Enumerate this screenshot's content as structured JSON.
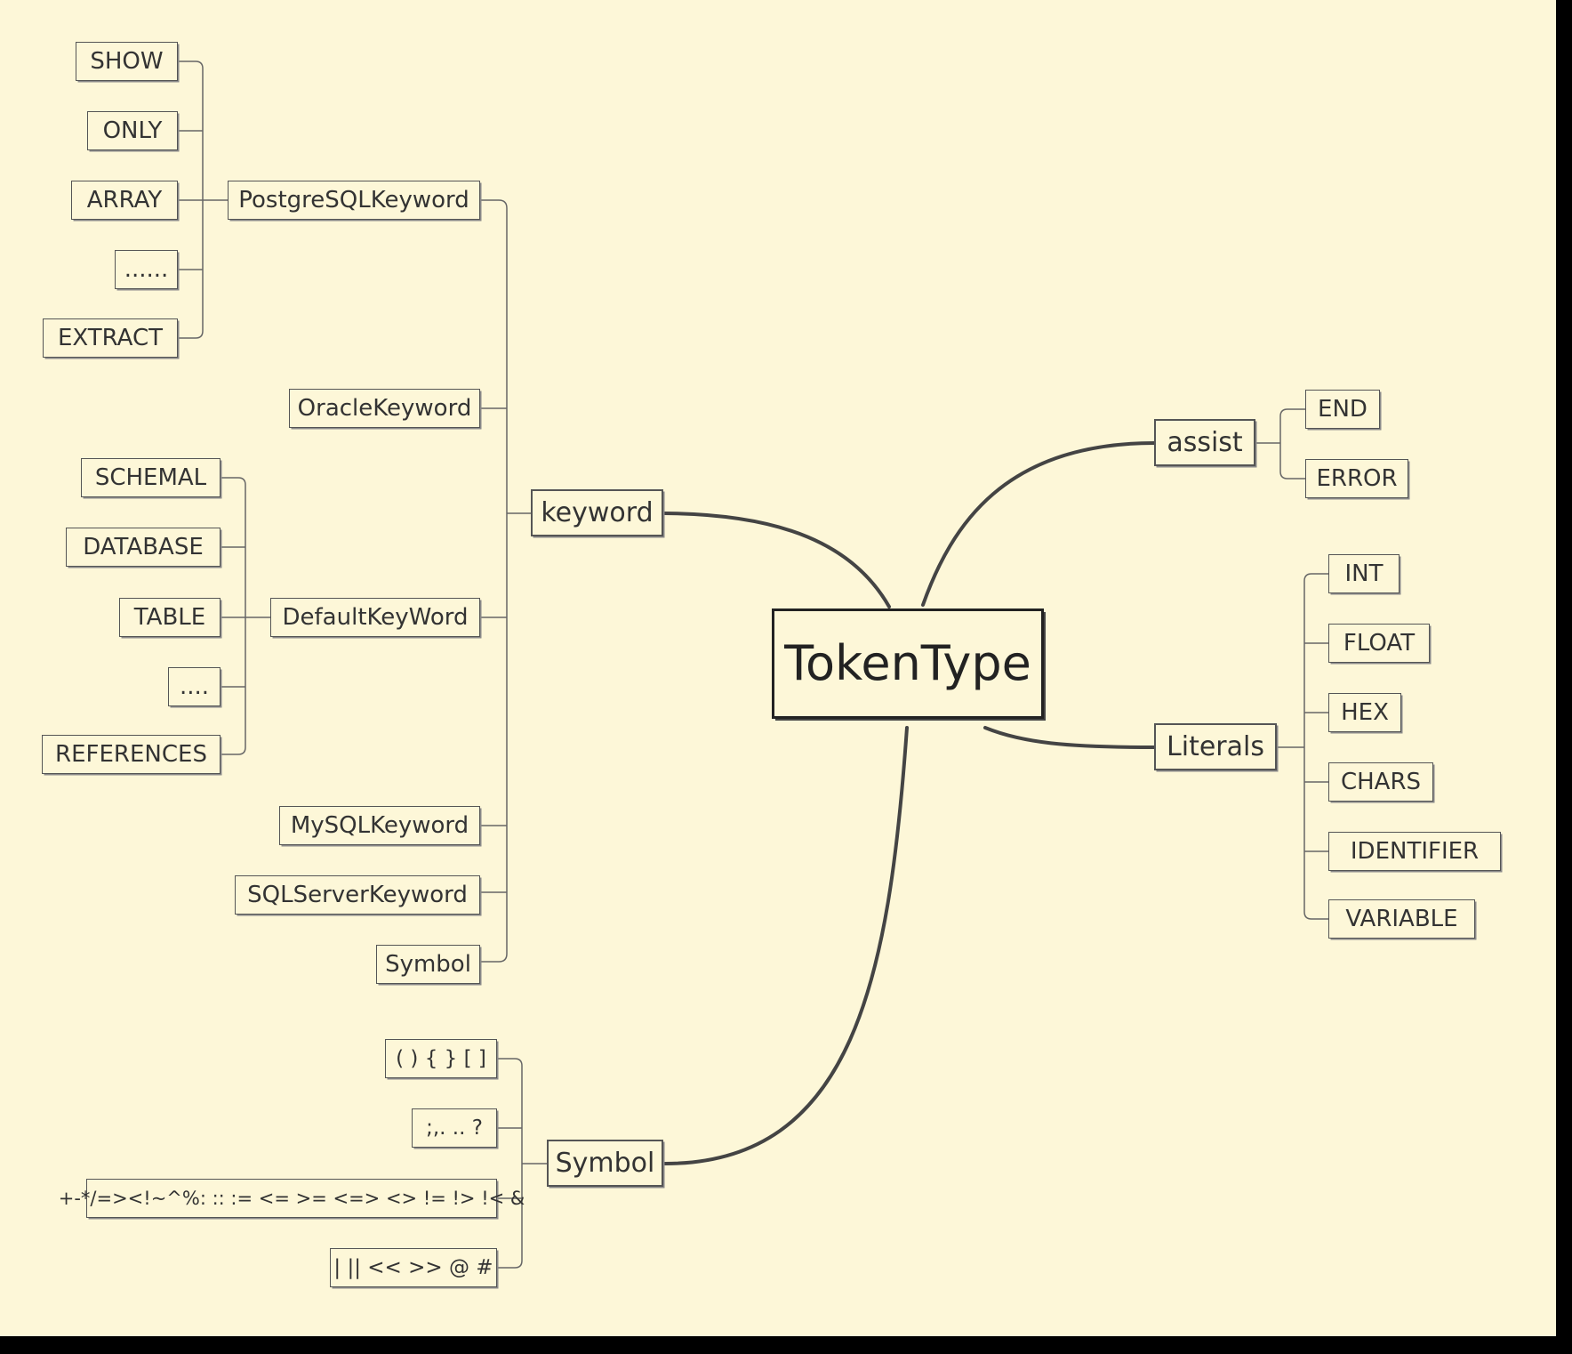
{
  "colors": {
    "background": "#fdf7d8",
    "line": "#444444",
    "text": "#333333"
  },
  "root": "TokenType",
  "branches": {
    "keyword": {
      "label": "keyword",
      "children": {
        "postgres": {
          "label": "PostgreSQLKeyword",
          "children": [
            "SHOW",
            "ONLY",
            "ARRAY",
            "......",
            "EXTRACT"
          ]
        },
        "oracle": {
          "label": "OracleKeyword"
        },
        "default": {
          "label": "DefaultKeyWord",
          "children": [
            "SCHEMAL",
            "DATABASE",
            "TABLE",
            "....",
            "REFERENCES"
          ]
        },
        "mysql": {
          "label": "MySQLKeyword"
        },
        "sqlserver": {
          "label": "SQLServerKeyword"
        },
        "symbol": {
          "label": "Symbol"
        }
      }
    },
    "symbol": {
      "label": "Symbol",
      "children": [
        "( ) { } [ ]",
        ";,. .. ?",
        "+-*/=><!~^%: :: := <= >= <=> <> != !> !< &",
        "| || << >> @ #"
      ]
    },
    "assist": {
      "label": "assist",
      "children": [
        "END",
        "ERROR"
      ]
    },
    "literals": {
      "label": "Literals",
      "children": [
        "INT",
        "FLOAT",
        "HEX",
        "CHARS",
        "IDENTIFIER",
        "VARIABLE"
      ]
    }
  }
}
